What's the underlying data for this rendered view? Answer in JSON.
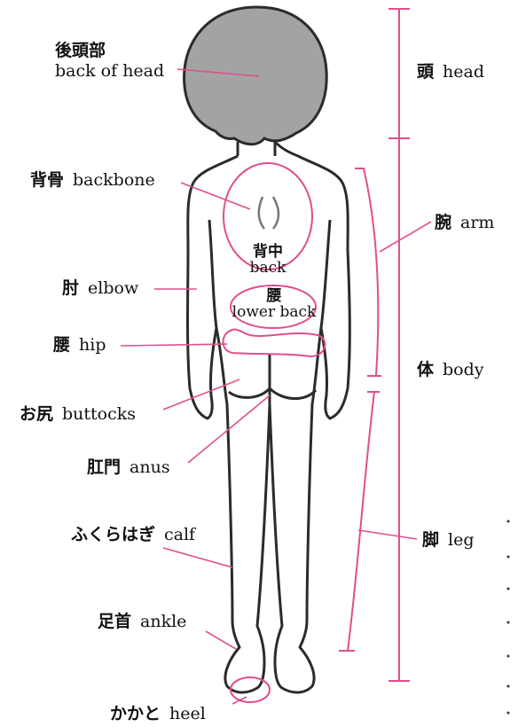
{
  "colors": {
    "accent": "#e04f8d",
    "outline": "#2b2b2b",
    "hair": "#a3a3a3"
  },
  "labels": {
    "back_of_head": {
      "jp": "後頭部",
      "en": "back of head"
    },
    "backbone": {
      "jp": "背骨",
      "en": "backbone"
    },
    "elbow": {
      "jp": "肘",
      "en": "elbow"
    },
    "hip": {
      "jp": "腰",
      "en": "hip"
    },
    "buttocks": {
      "jp": "お尻",
      "en": "buttocks"
    },
    "anus": {
      "jp": "肛門",
      "en": "anus"
    },
    "calf": {
      "jp": "ふくらはぎ",
      "en": "calf"
    },
    "ankle": {
      "jp": "足首",
      "en": "ankle"
    },
    "heel": {
      "jp": "かかと",
      "en": "heel"
    },
    "head": {
      "jp": "頭",
      "en": "head"
    },
    "arm": {
      "jp": "腕",
      "en": "arm"
    },
    "body": {
      "jp": "体",
      "en": "body"
    },
    "leg": {
      "jp": "脚",
      "en": "leg"
    }
  },
  "inner_labels": {
    "back": {
      "jp": "背中",
      "en": "back"
    },
    "lower_back": {
      "jp": "腰",
      "en": "lower back"
    }
  }
}
